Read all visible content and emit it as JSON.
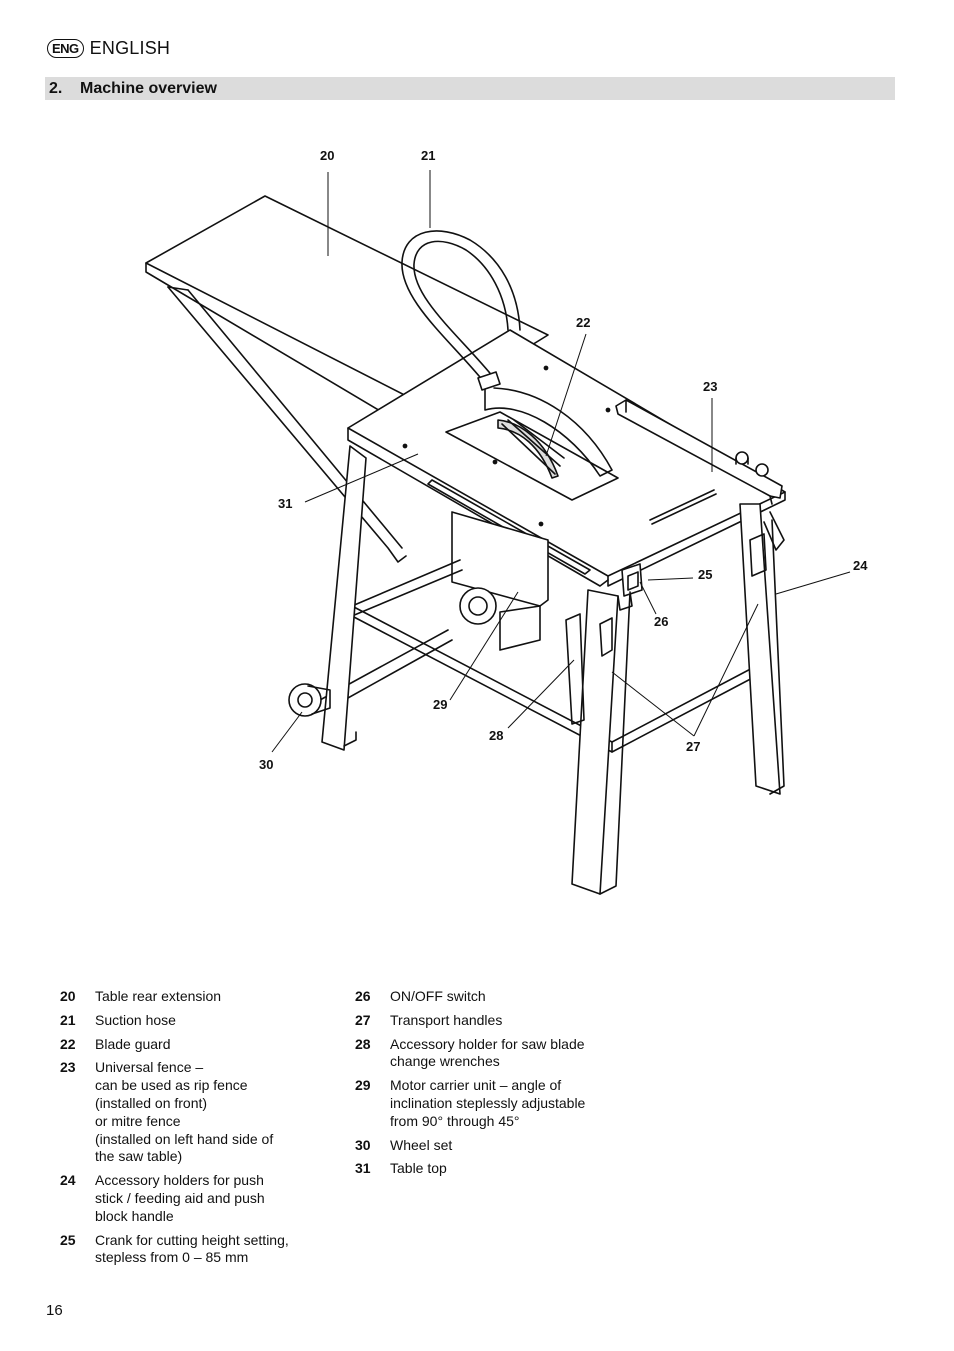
{
  "header": {
    "language_badge": "ENG",
    "language_name": "ENGLISH"
  },
  "section": {
    "number": "2.",
    "title": "Machine overview"
  },
  "diagram": {
    "callouts": [
      "20",
      "21",
      "22",
      "23",
      "24",
      "25",
      "26",
      "27",
      "28",
      "29",
      "30",
      "31"
    ]
  },
  "legend": {
    "col1": [
      {
        "num": "20",
        "text": "Table rear extension"
      },
      {
        "num": "21",
        "text": "Suction hose"
      },
      {
        "num": "22",
        "text": "Blade guard"
      },
      {
        "num": "23",
        "text": "Universal fence –\ncan be used as rip fence\n(installed on front)\nor mitre fence\n(installed on left hand side of\nthe saw table)"
      },
      {
        "num": "24",
        "text": "Accessory holders for push\nstick / feeding aid and push\nblock handle"
      },
      {
        "num": "25",
        "text": "Crank for cutting height setting,\nstepless from 0 – 85 mm"
      }
    ],
    "col2": [
      {
        "num": "26",
        "text": "ON/OFF switch"
      },
      {
        "num": "27",
        "text": "Transport handles"
      },
      {
        "num": "28",
        "text": "Accessory holder for saw blade\nchange wrenches"
      },
      {
        "num": "29",
        "text": "Motor carrier unit – angle of\ninclination steplessly adjustable\nfrom 90° through 45°"
      },
      {
        "num": "30",
        "text": "Wheel set"
      },
      {
        "num": "31",
        "text": "Table top"
      }
    ]
  },
  "page_number": "16"
}
